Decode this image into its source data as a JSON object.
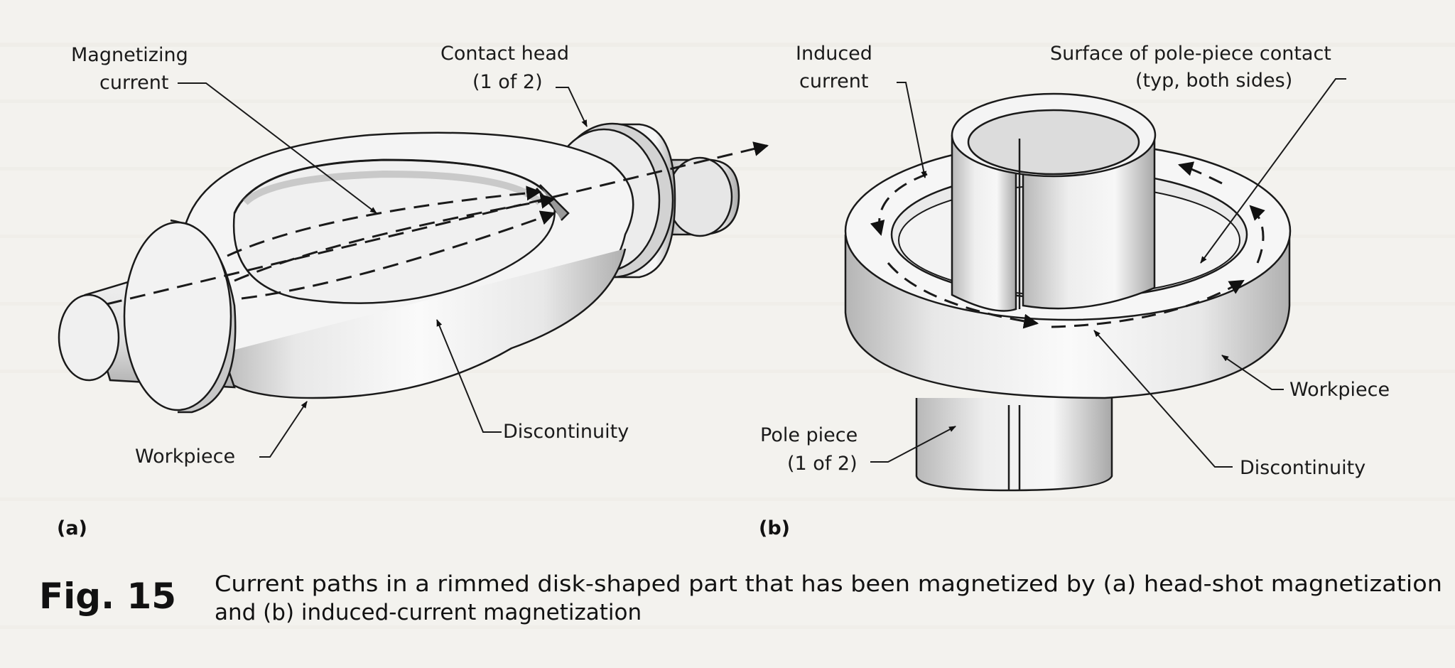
{
  "panel_a": {
    "magnetizing_current_line1": "Magnetizing",
    "magnetizing_current_line2": "current",
    "contact_head_line1": "Contact head",
    "contact_head_line2": "(1 of 2)",
    "discontinuity": "Discontinuity",
    "workpiece": "Workpiece",
    "panel_label": "(a)"
  },
  "panel_b": {
    "induced_current_line1": "Induced",
    "induced_current_line2": "current",
    "pole_contact_line1": "Surface of pole-piece contact",
    "pole_contact_line2": "(typ, both sides)",
    "workpiece": "Workpiece",
    "pole_piece_line1": "Pole piece",
    "pole_piece_line2": "(1 of 2)",
    "discontinuity": "Discontinuity",
    "panel_label": "(b)"
  },
  "figure": {
    "number": "Fig. 15",
    "caption_line1": "Current paths in a rimmed disk-shaped part that has been magnetized by (a) head-shot magnetization",
    "caption_line2": "and (b) induced-current magnetization"
  },
  "colors": {
    "background": "#f3f2ee",
    "ink": "#1a1a1a",
    "shade": "#a9a9a9",
    "light_shade": "#d4d4d4"
  }
}
